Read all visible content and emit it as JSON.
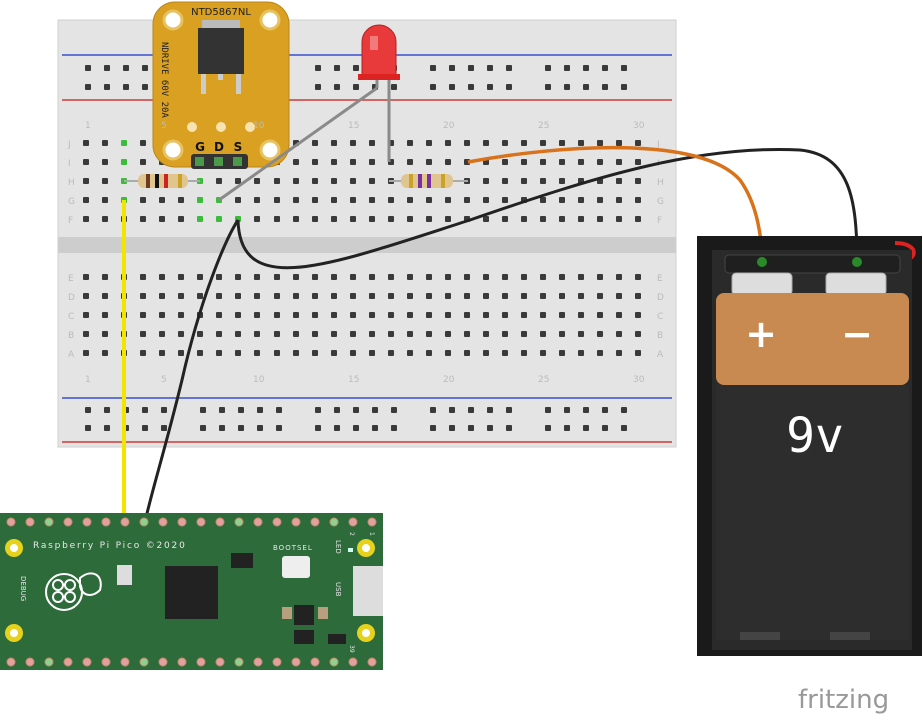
{
  "breadboard": {
    "row_letters_top": [
      "J",
      "I",
      "H",
      "G",
      "F"
    ],
    "row_letters_bottom": [
      "E",
      "D",
      "C",
      "B",
      "A"
    ],
    "column_numbers": [
      "1",
      "5",
      "10",
      "15",
      "20",
      "25",
      "30"
    ]
  },
  "mosfet_module": {
    "title": "NTD5867NL",
    "side_text": "NDRIVE 60V 20A",
    "pins": [
      "G",
      "D",
      "S"
    ]
  },
  "battery": {
    "plus": "+",
    "minus": "−",
    "label": "9v"
  },
  "pico": {
    "title": "Raspberry Pi Pico ©2020",
    "bootsel": "BOOTSEL",
    "led": "LED",
    "usb": "USB",
    "debug": "DEBUG",
    "pin1": "1",
    "pin2": "2",
    "pin39": "39"
  },
  "wires": {
    "yellow": "#f2e600",
    "black": "#222222",
    "orange": "#d9731b",
    "grey": "#8a8a8a"
  },
  "logo": "fritzing"
}
